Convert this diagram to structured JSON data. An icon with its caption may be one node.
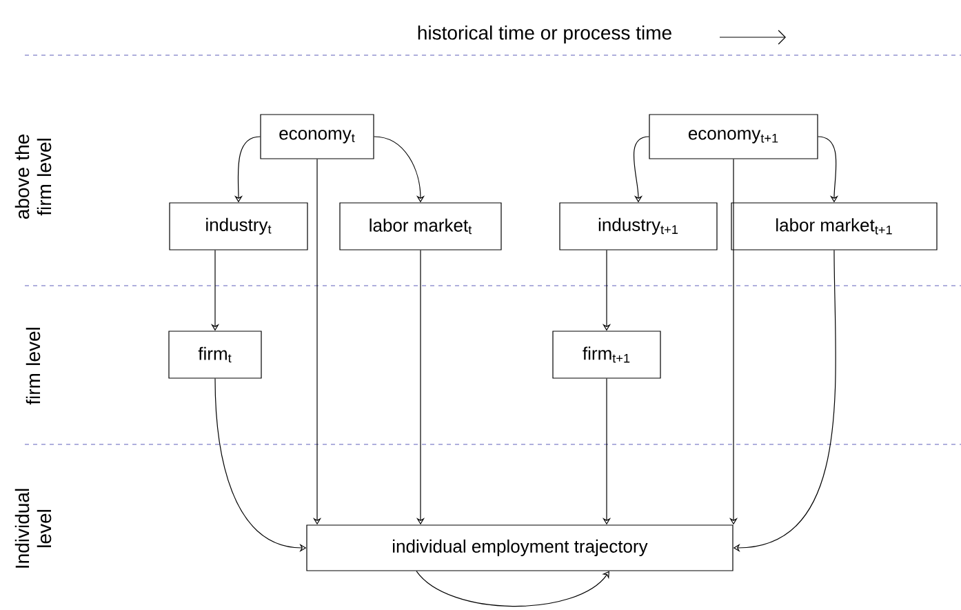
{
  "diagram": {
    "nodes": [
      {
        "text": [
          "economy$_{t}$"
        ]
      },
      {
        "text": [
          "industry$_{t}$"
        ]
      },
      {
        "text": [
          "labor market$_{t}$"
        ]
      },
      {
        "text": [
          "economy$_{t+1}$"
        ]
      },
      {
        "text": [
          "industry$_{t+1}$"
        ]
      },
      {
        "text": [
          "labor market$_{t+1}$"
        ]
      },
      {
        "text": [
          "firm$_{t}$"
        ]
      },
      {
        "text": [
          "firm$_{t+1}$"
        ]
      },
      {
        "text": [
          "individual employment trajectory"
        ]
      }
    ],
    "edges": [
      {
        "from": 0,
        "to": 1,
        "arrow": "to"
      },
      {
        "from": 0,
        "to": 2,
        "arrow": "to"
      },
      {
        "from": 0,
        "to": 8,
        "arrow": "to"
      },
      {
        "from": 1,
        "to": 6,
        "arrow": "to"
      },
      {
        "from": 2,
        "to": 8,
        "arrow": "to"
      },
      {
        "from": 3,
        "to": 4,
        "arrow": "to"
      },
      {
        "from": 3,
        "to": 5,
        "arrow": "to"
      },
      {
        "from": 3,
        "to": 8,
        "arrow": "to"
      },
      {
        "from": 4,
        "to": 7,
        "arrow": "to"
      },
      {
        "from": 5,
        "to": 8,
        "arrow": "to"
      },
      {
        "from": 6,
        "to": 8,
        "arrow": "to"
      },
      {
        "from": 7,
        "to": 8,
        "arrow": "to"
      },
      {
        "from": 8,
        "to": 8,
        "arrow": "to"
      }
    ],
    "labels": [
      "historical time or process time",
      "above the firm level",
      "firm level",
      "Individual level"
    ]
  }
}
